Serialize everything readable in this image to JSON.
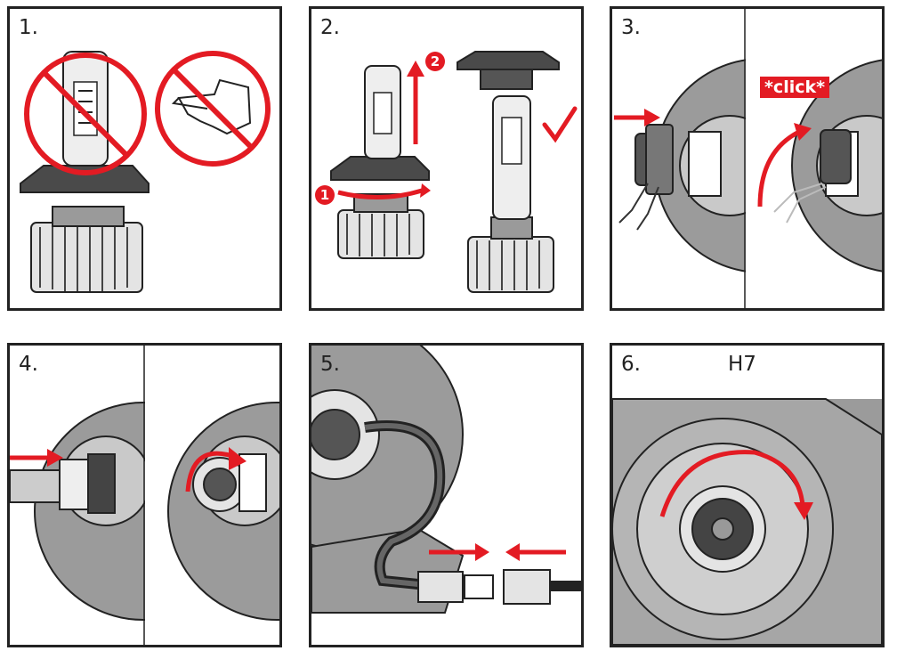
{
  "panels": [
    {
      "step": "1."
    },
    {
      "step": "2.",
      "badges": [
        "1",
        "2"
      ]
    },
    {
      "step": "3.",
      "click_label": "*click*"
    },
    {
      "step": "4."
    },
    {
      "step": "5."
    },
    {
      "step": "6.",
      "bulb_type": "H7"
    }
  ],
  "colors": {
    "accent": "#e31b23",
    "dark": "#444444",
    "gray": "#999999",
    "light": "#e2e2e2",
    "line": "#222222"
  }
}
